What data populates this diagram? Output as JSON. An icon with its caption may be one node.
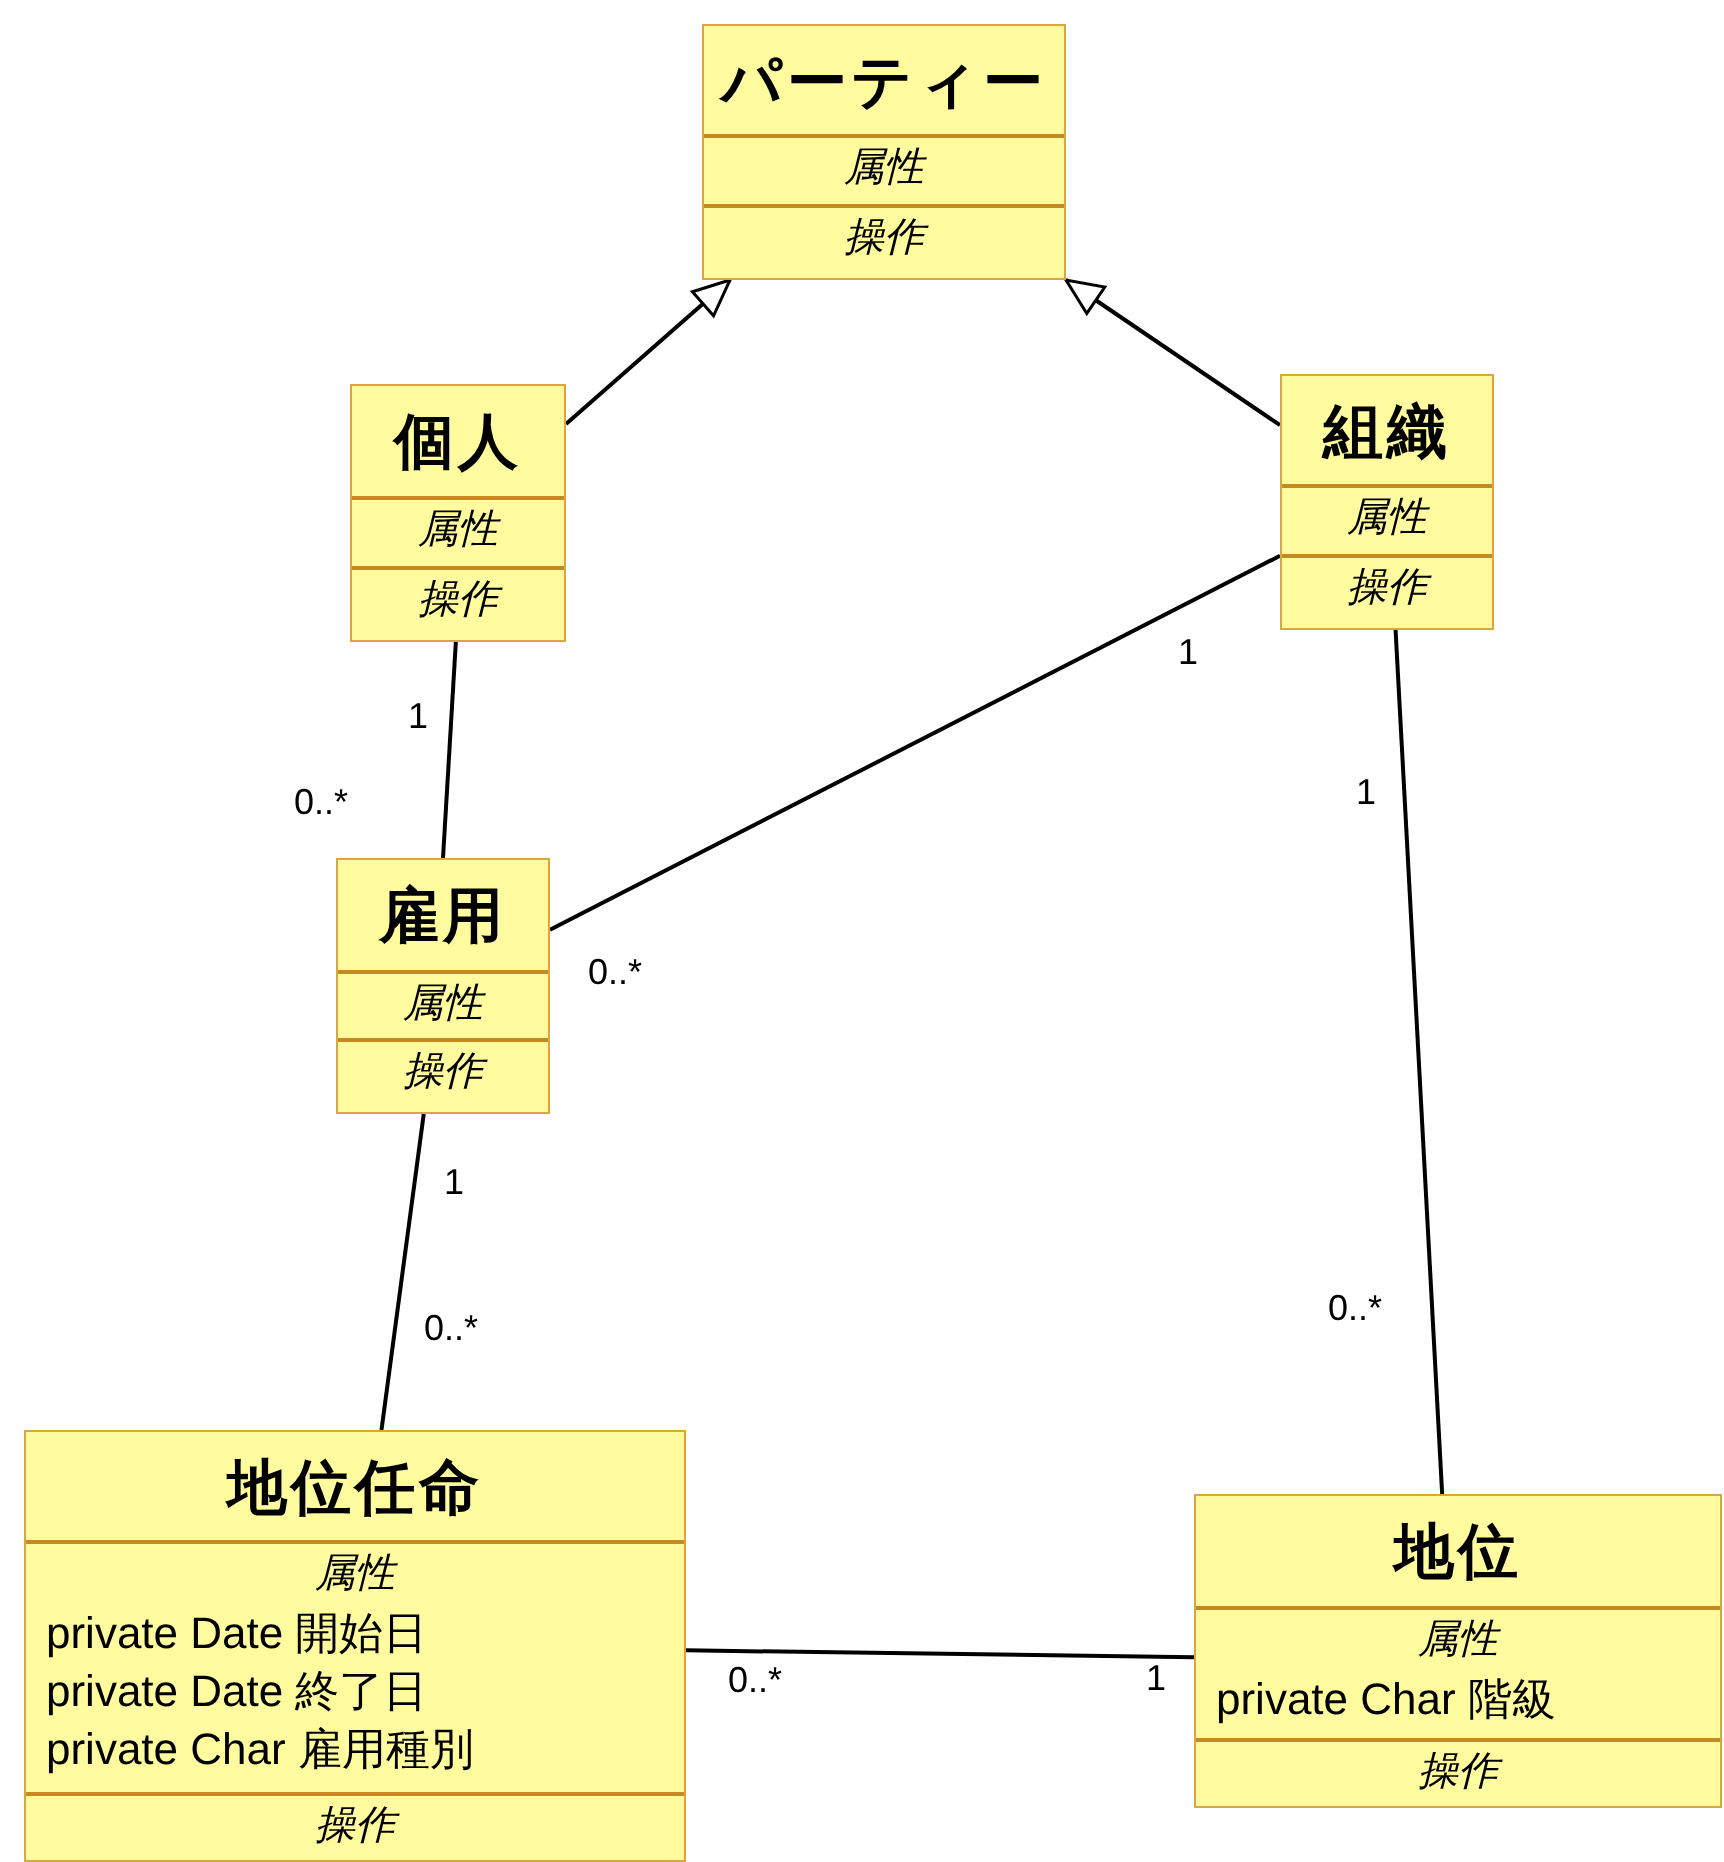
{
  "diagram": {
    "nodes": [
      {
        "text": [
          "パーティー",
          "属性",
          "操作"
        ]
      },
      {
        "text": [
          "個人",
          "属性",
          "操作"
        ]
      },
      {
        "text": [
          "組織",
          "属性",
          "操作"
        ]
      },
      {
        "text": [
          "雇用",
          "属性",
          "操作"
        ]
      },
      {
        "text": [
          "地位任命",
          "属性",
          "private Date 開始日",
          "private Date 終了日",
          "private Char 雇用種別",
          "操作"
        ]
      },
      {
        "text": [
          "地位",
          "属性",
          "private Char 階級",
          "操作"
        ]
      }
    ],
    "edges": [
      {
        "from": 1,
        "to": 0,
        "arrow": "to"
      },
      {
        "from": 2,
        "to": 0,
        "arrow": "to"
      },
      {
        "from": 1,
        "to": 3,
        "arrow": "none"
      },
      {
        "from": 2,
        "to": 3,
        "arrow": "none"
      },
      {
        "from": 2,
        "to": 5,
        "arrow": "none"
      },
      {
        "from": 3,
        "to": 4,
        "arrow": "none"
      },
      {
        "from": 4,
        "to": 5,
        "arrow": "none"
      }
    ],
    "labels": [
      "1",
      "1",
      "0..*",
      "1",
      "0..*",
      "1",
      "0..*",
      "0..*",
      "0..*",
      "1"
    ]
  }
}
